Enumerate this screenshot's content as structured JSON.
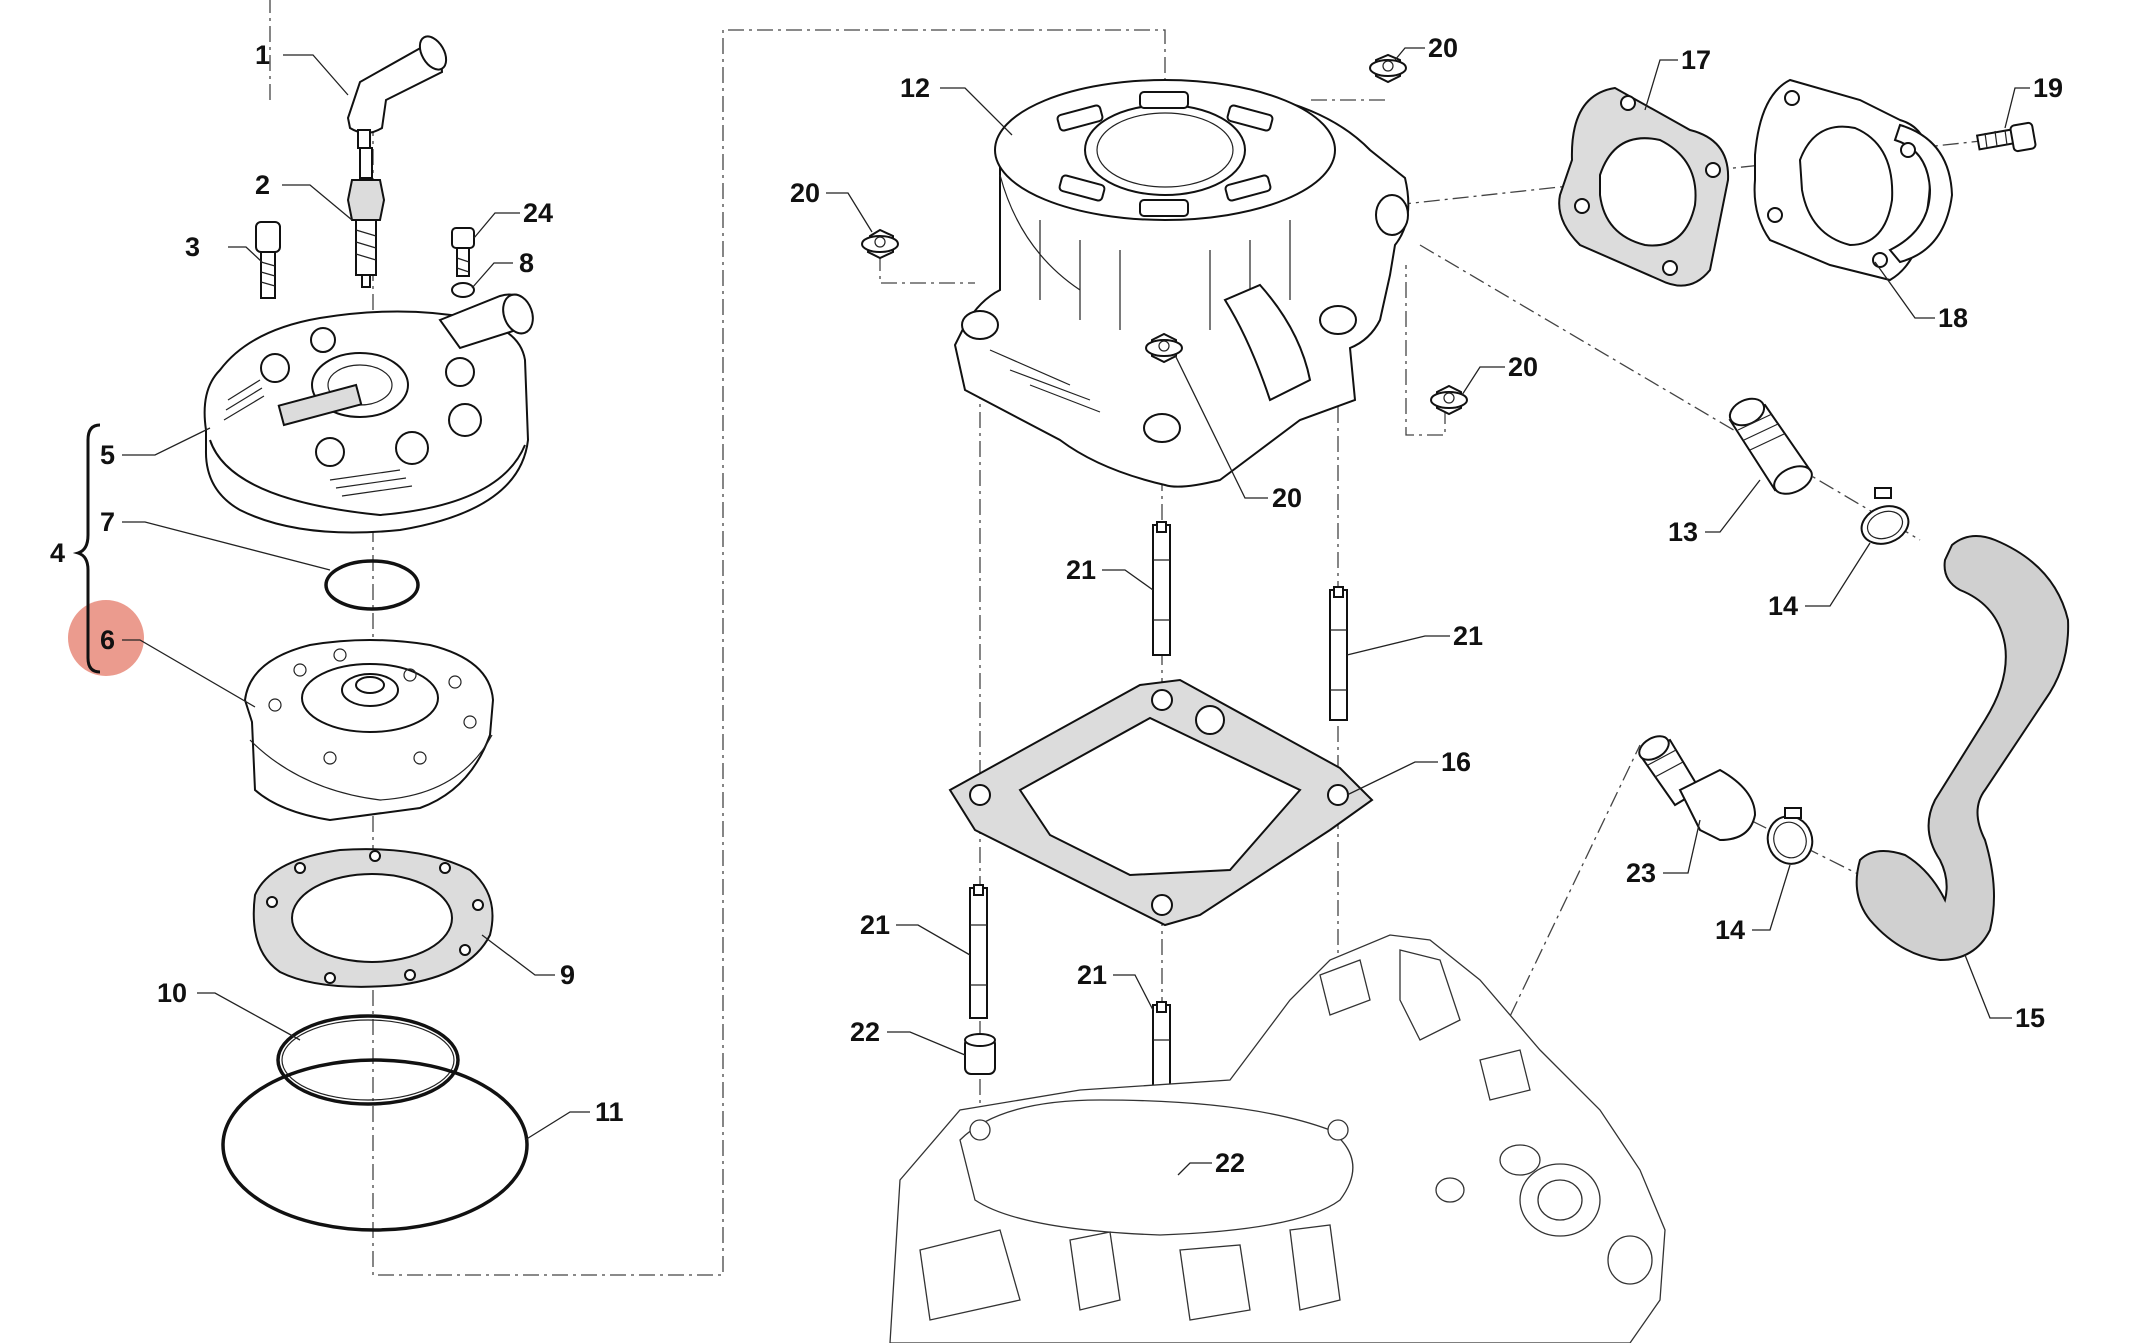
{
  "diagram": {
    "highlight_color": "#e8897a",
    "highlighted_part": "6",
    "callouts": {
      "c1": "1",
      "c2": "2",
      "c3": "3",
      "c4": "4",
      "c5": "5",
      "c6": "6",
      "c7": "7",
      "c8": "8",
      "c9": "9",
      "c10": "10",
      "c11": "11",
      "c12": "12",
      "c13": "13",
      "c14a": "14",
      "c14b": "14",
      "c15": "15",
      "c16": "16",
      "c17": "17",
      "c18": "18",
      "c19": "19",
      "c20a": "20",
      "c20b": "20",
      "c20c": "20",
      "c20d": "20",
      "c21a": "21",
      "c21b": "21",
      "c21c": "21",
      "c21d": "21",
      "c22a": "22",
      "c22b": "22",
      "c23": "23",
      "c24": "24"
    }
  }
}
